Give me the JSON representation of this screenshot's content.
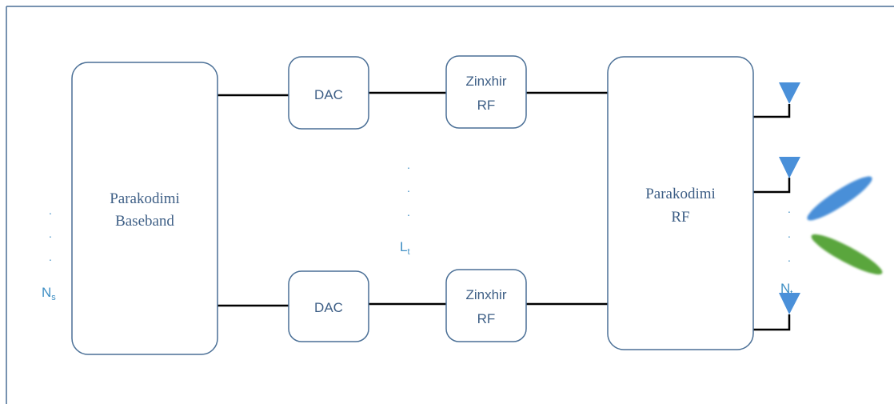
{
  "baseband_block": {
    "line1": "Parakodimi",
    "line2": "Baseband"
  },
  "rf_precoder_block": {
    "line1": "Parakodimi",
    "line2": "RF"
  },
  "dac_blocks": [
    {
      "label": "DAC"
    },
    {
      "label": "DAC"
    }
  ],
  "rf_chain_blocks": [
    {
      "line1": "Zinxhir",
      "line2": "RF"
    },
    {
      "line1": "Zinxhir",
      "line2": "RF"
    }
  ],
  "labels": {
    "ns_base": "N",
    "ns_sub": "s",
    "lt_base": "L",
    "lt_sub": "t",
    "nt_base": "N",
    "nt_sub": "t",
    "dot": "."
  },
  "colors": {
    "frame": "#4a6f96",
    "box_stroke": "#4a6f96",
    "box_text": "#3e5f86",
    "label_text": "#3f8fc4",
    "wire": "#000000",
    "antenna": "#4a90d9",
    "beam_blue": "#4a8fd8",
    "beam_green": "#5aa63c"
  }
}
